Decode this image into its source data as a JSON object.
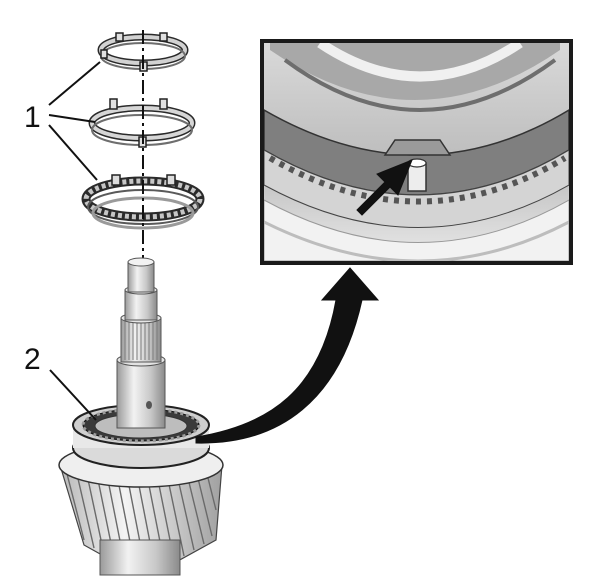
{
  "callouts": [
    {
      "id": "1",
      "text": "1"
    },
    {
      "id": "2",
      "text": "2"
    }
  ],
  "colors": {
    "ink": "#111111",
    "metal_light": "#e6e6e6",
    "metal_mid": "#bdbdbd",
    "metal_dark": "#8c8c8c",
    "detail_frame": "#1a1a1a"
  }
}
